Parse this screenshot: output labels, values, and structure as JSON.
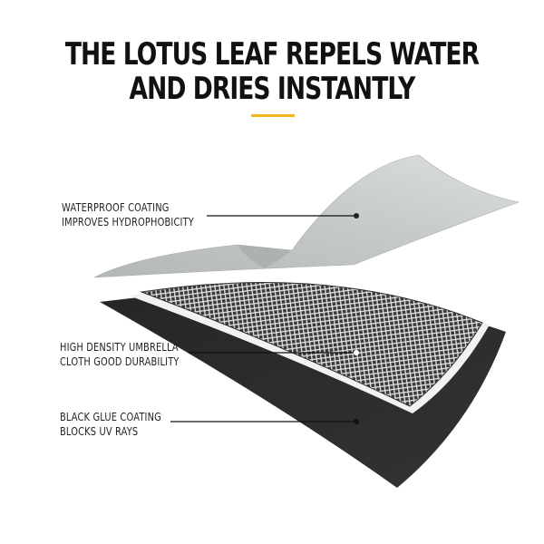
{
  "title": {
    "line1": "THE LOTUS LEAF REPELS WATER",
    "line2": "AND DRIES INSTANTLY"
  },
  "accent_color": "#f2b51d",
  "layers": [
    {
      "line1": "WATERPROOF COATING",
      "line2": "IMPROVES HYDROPHOBICITY",
      "color": "#c3c7c6"
    },
    {
      "line1": "HIGH DENSITY UMBRELLA",
      "line2": "CLOTH GOOD DURABILITY",
      "color": "#5a5a5a"
    },
    {
      "line1": "BLACK GLUE COATING",
      "line2": "BLOCKS UV RAYS",
      "color": "#2b2b2b"
    }
  ]
}
